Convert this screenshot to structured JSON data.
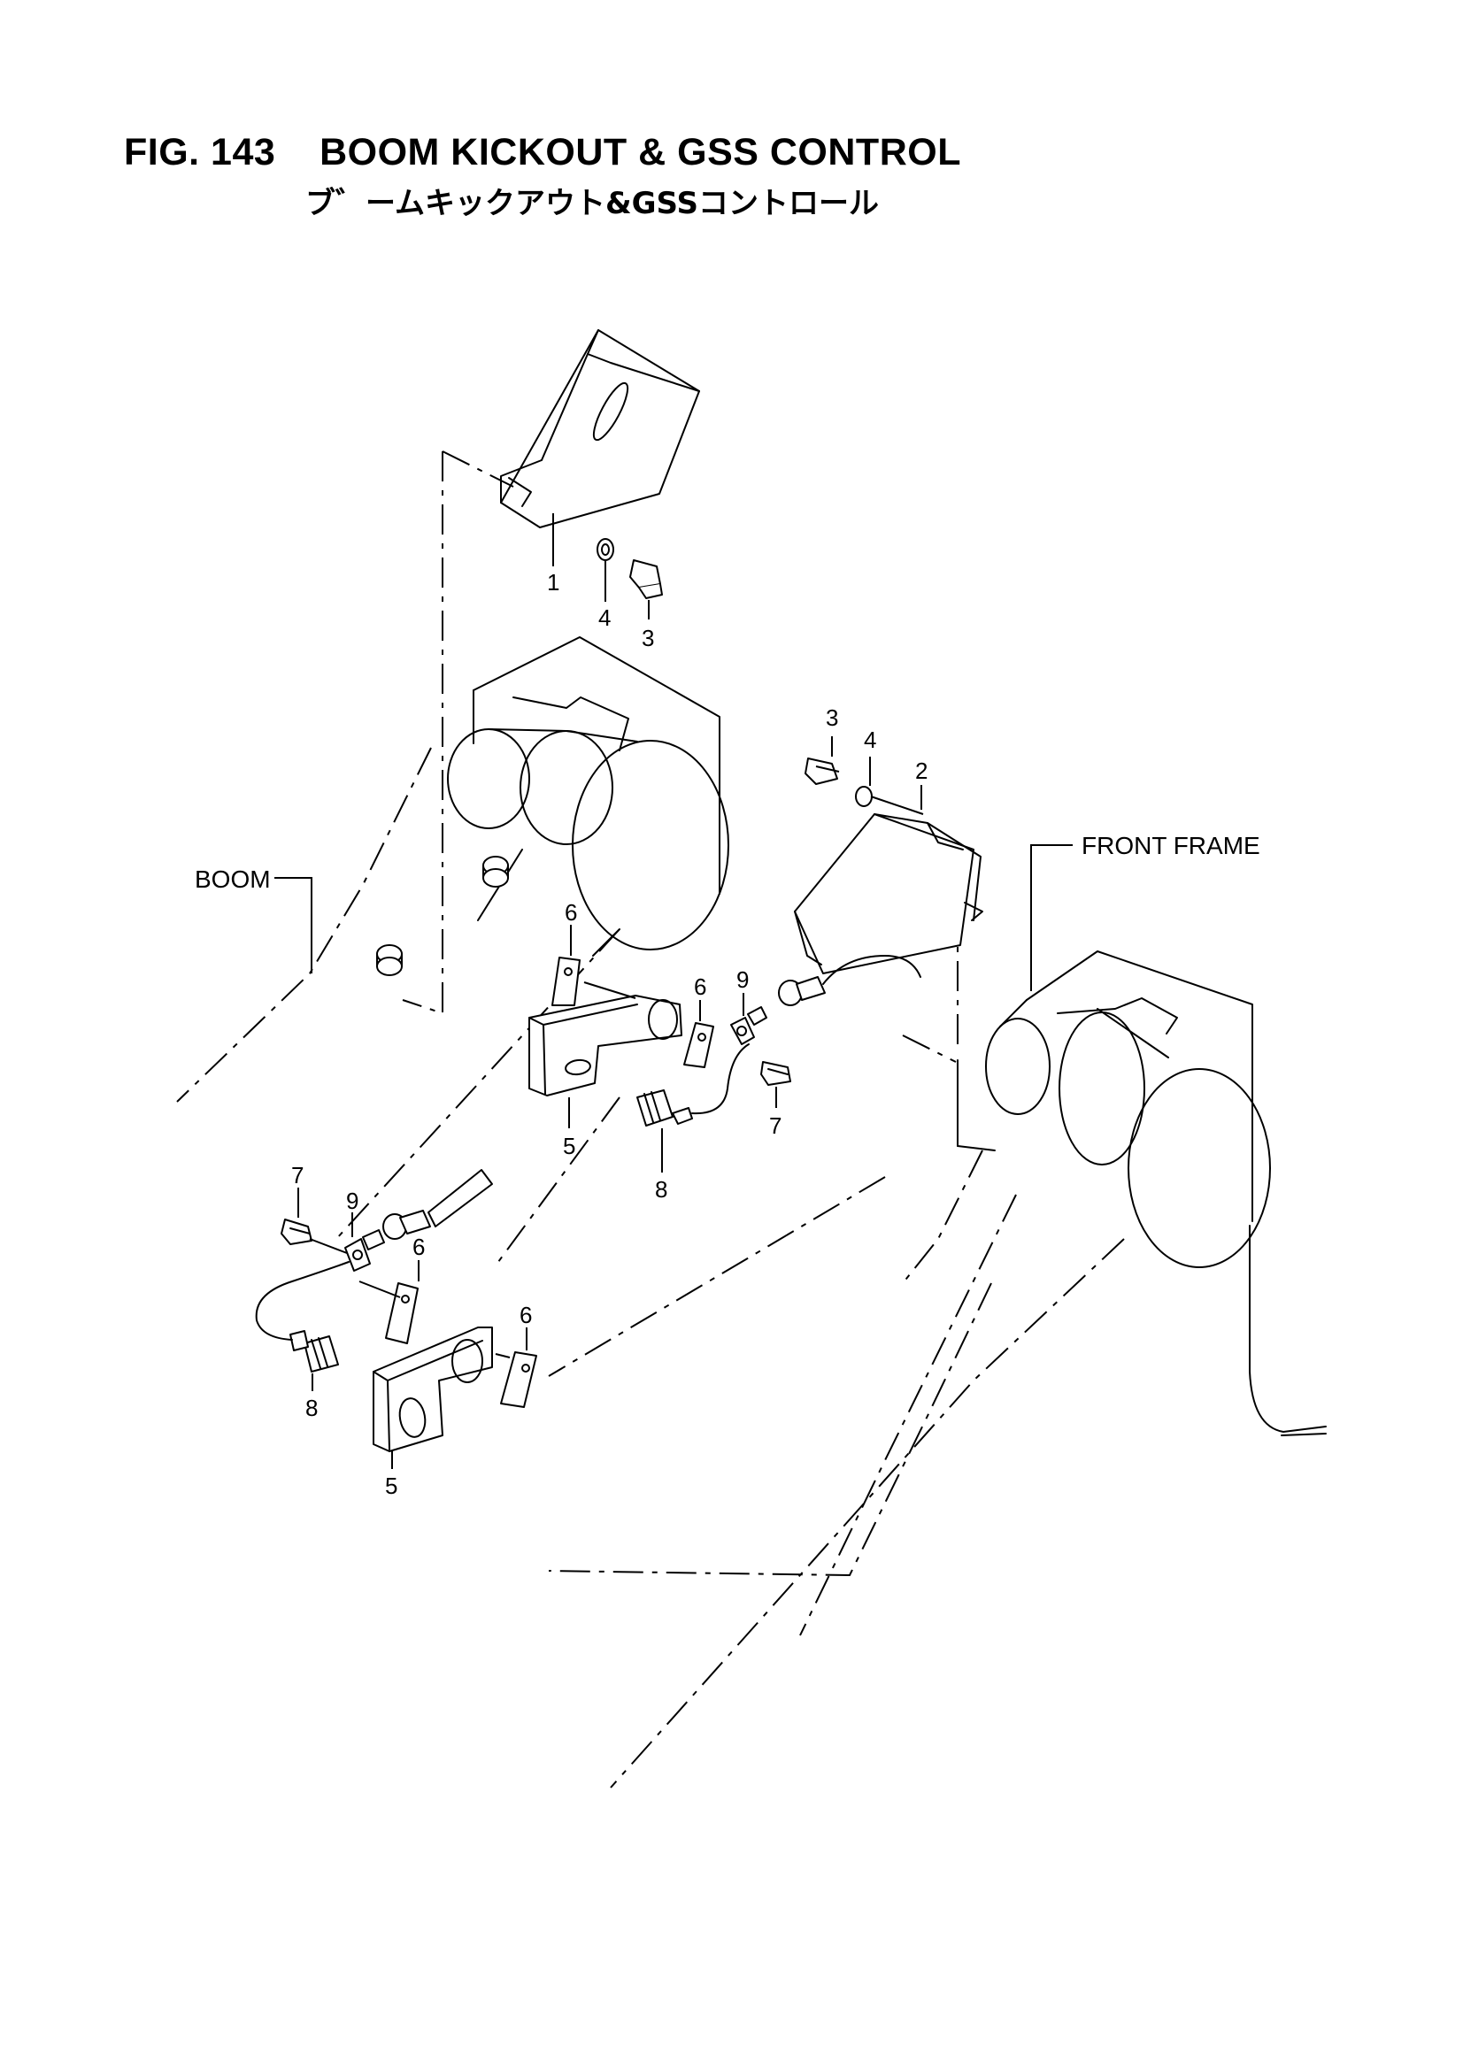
{
  "figure": {
    "title": "FIG. 143    BOOM KICKOUT & GSS CONTROL",
    "subtitle": "ブ゛ームキックアウト&GSSコントロール"
  },
  "labels": {
    "boom": "BOOM",
    "front_frame": "FRONT   FRAME"
  },
  "callouts": {
    "p1": "1",
    "p2": "2",
    "p3_top": "3",
    "p4_top": "4",
    "p3_right": "3",
    "p4_right": "4",
    "p5_upper": "5",
    "p5_lower": "5",
    "p6_a": "6",
    "p6_b": "6",
    "p6_c": "6",
    "p6_d": "6",
    "p7_right": "7",
    "p7_left": "7",
    "p8_upper": "8",
    "p8_lower": "8",
    "p9_upper": "9",
    "p9_lower": "9"
  }
}
